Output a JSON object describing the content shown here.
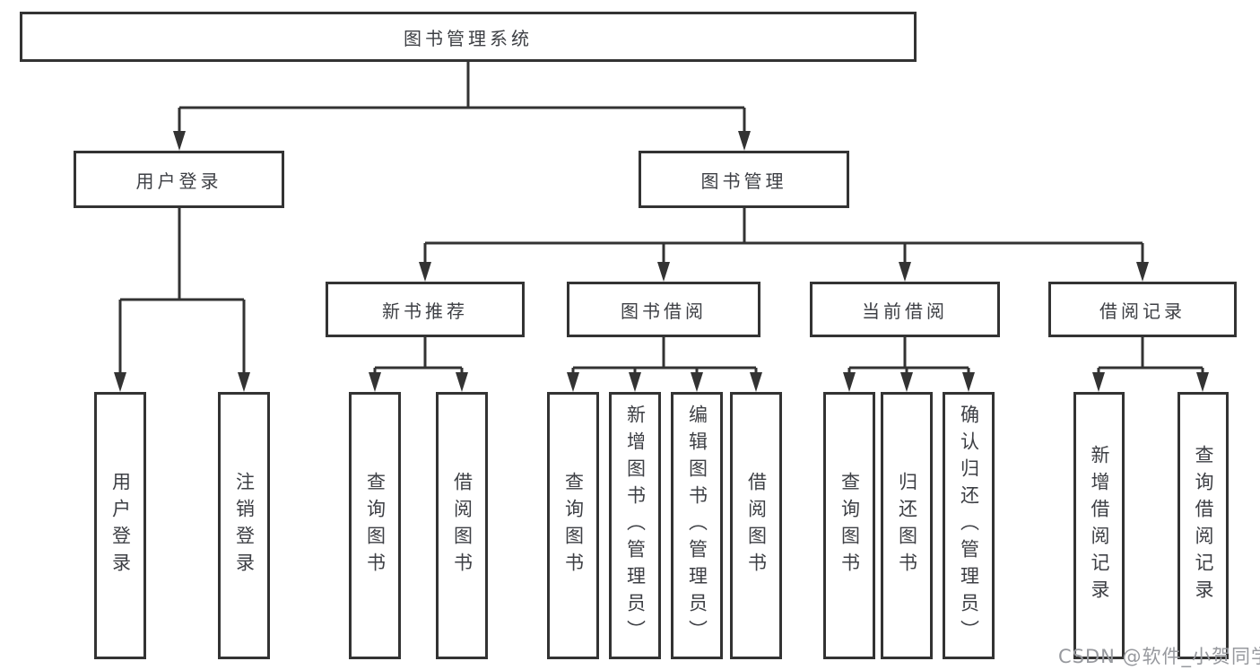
{
  "diagram": {
    "type": "hierarchy-tree",
    "tree": {
      "root": {
        "label": "图书管理系统"
      },
      "branches": [
        {
          "label": "用户登录",
          "children": [
            {
              "label": "用户登录"
            },
            {
              "label": "注销登录"
            }
          ]
        },
        {
          "label": "图书管理",
          "children": [
            {
              "label": "新书推荐",
              "children": [
                {
                  "label": "查询图书"
                },
                {
                  "label": "借阅图书"
                }
              ]
            },
            {
              "label": "图书借阅",
              "children": [
                {
                  "label": "查询图书"
                },
                {
                  "label": "新增图书（管理员）"
                },
                {
                  "label": "编辑图书（管理员）"
                },
                {
                  "label": "借阅图书"
                }
              ]
            },
            {
              "label": "当前借阅",
              "children": [
                {
                  "label": "查询图书"
                },
                {
                  "label": "归还图书"
                },
                {
                  "label": "确认归还（管理员）"
                }
              ]
            },
            {
              "label": "借阅记录",
              "children": [
                {
                  "label": "新增借阅记录"
                },
                {
                  "label": "查询借阅记录"
                }
              ]
            }
          ]
        }
      ]
    },
    "palette": {
      "line_color": "#333333",
      "text_color": "#3d3f44",
      "box_background": "#ffffff",
      "watermark_color": "#97999e"
    }
  },
  "watermark": {
    "text": "CSDN @软件_小贺同学"
  }
}
